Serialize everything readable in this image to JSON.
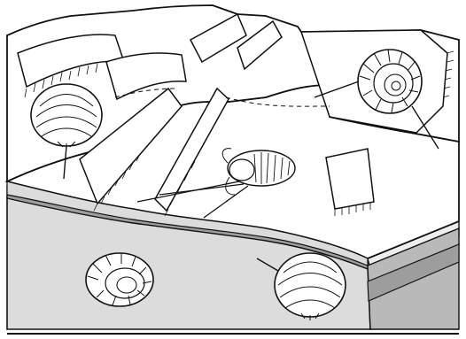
{
  "diagram": {
    "colors": {
      "ink": "#111111",
      "paper": "#ffffff",
      "stratum_dark": "#9d9d9d",
      "stratum_mid": "#b9b9b9",
      "stratum_light": "#dcdcdc",
      "stratum_pale": "#eeeeee"
    },
    "fossils": [
      {
        "name": "brachiopod-fossil",
        "icon": "brachiopod-shell-icon"
      },
      {
        "name": "ammonite-fossil",
        "icon": "ammonite-shell-icon"
      },
      {
        "name": "trilobite-fossil",
        "icon": "trilobite-icon"
      },
      {
        "name": "ammonite-fossil",
        "icon": "ammonite-shell-icon"
      },
      {
        "name": "brachiopod-fossil",
        "icon": "brachiopod-shell-icon"
      }
    ],
    "strata": [
      "upper-stratum",
      "middle-stratum",
      "lower-stratum",
      "bottom-stratum"
    ]
  }
}
